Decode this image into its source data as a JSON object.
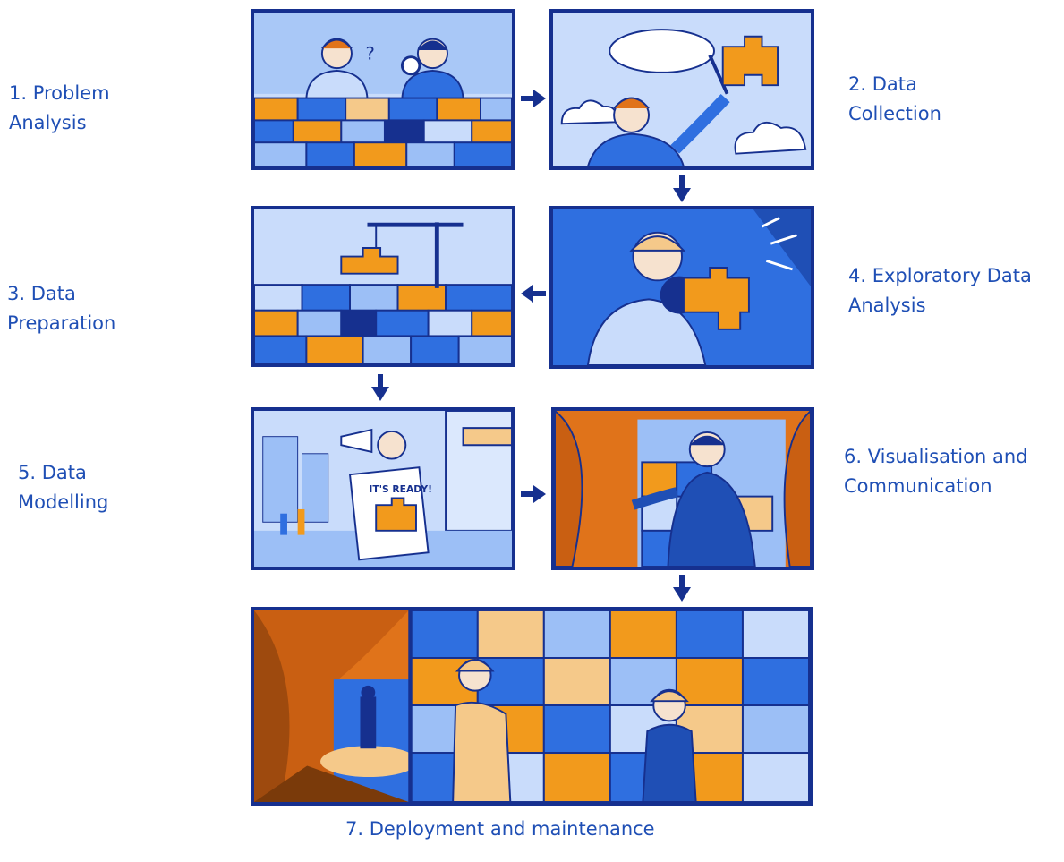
{
  "diagram": {
    "steps": [
      {
        "number": "1.",
        "label": "1. Problem\nAnalysis"
      },
      {
        "number": "2.",
        "label": "2. Data\nCollection"
      },
      {
        "number": "3.",
        "label": "3. Data\nPreparation"
      },
      {
        "number": "4.",
        "label": "4. Exploratory Data\nAnalysis"
      },
      {
        "number": "5.",
        "label": "5. Data\nModelling"
      },
      {
        "number": "6.",
        "label": "6. Visualisation and\nCommunication"
      },
      {
        "number": "7.",
        "label": "7. Deployment and maintenance"
      }
    ],
    "illustration_signs": {
      "ready_sign": "IT'S READY!"
    },
    "colors": {
      "text_blue": "#1f4fb5",
      "frame_navy": "#16308f",
      "puzzle_orange": "#f29a1c",
      "puzzle_blue": "#2f6fe0",
      "puzzle_light": "#c9dcfb",
      "curtain_orange": "#e0731a"
    },
    "flow": [
      "1→2",
      "2→4",
      "4→3",
      "3→5",
      "5→6",
      "6→7"
    ]
  }
}
